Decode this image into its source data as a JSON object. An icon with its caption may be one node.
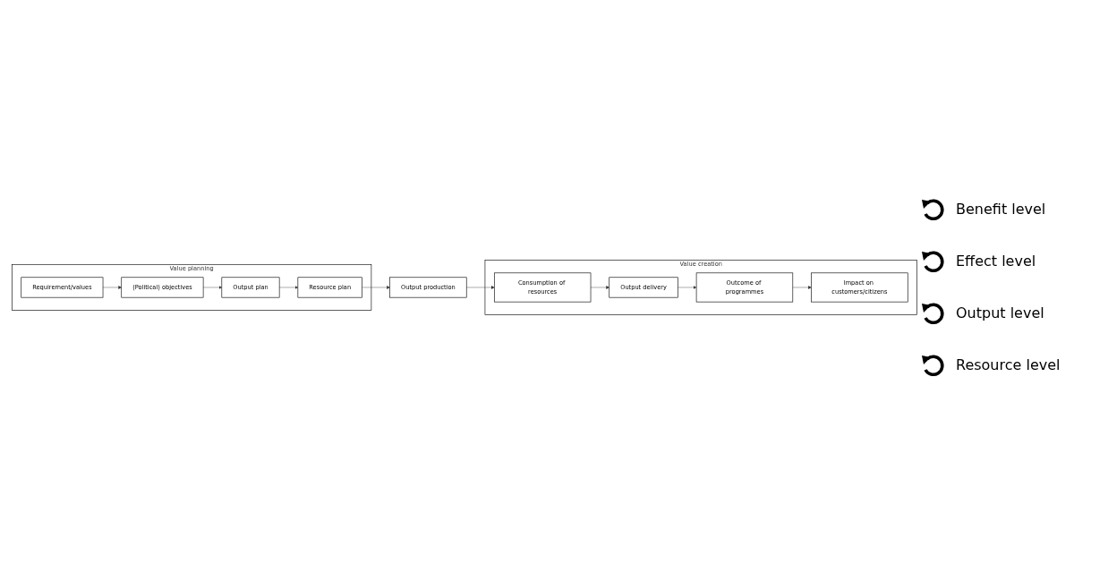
{
  "diagram": {
    "nodes": [
      {
        "text": [
          "Value planning"
        ]
      },
      {
        "text": [
          "Requirement/values"
        ],
        "in": 0
      },
      {
        "text": [
          "(Political) objectives"
        ],
        "in": 0
      },
      {
        "text": [
          "Output plan"
        ],
        "in": 0
      },
      {
        "text": [
          "Resource plan"
        ],
        "in": 0
      },
      {
        "text": [
          "Value creation"
        ]
      },
      {
        "text": [
          "Impact on customers/citizens"
        ],
        "in": 5
      },
      {
        "text": [
          "Outcome of programmes"
        ],
        "in": 5
      },
      {
        "text": [
          "Output delivery"
        ],
        "in": 5
      },
      {
        "text": [
          "Consumption of resources"
        ],
        "in": 5
      },
      {
        "text": [
          "Output production"
        ]
      }
    ],
    "edges": [
      {
        "from": 1,
        "to": 2,
        "arrow": "to"
      },
      {
        "from": 2,
        "to": 3,
        "arrow": "to"
      },
      {
        "from": 3,
        "to": 4,
        "arrow": "to"
      },
      {
        "from": 4,
        "to": 10,
        "arrow": "to"
      },
      {
        "from": 10,
        "to": 9,
        "arrow": "to"
      },
      {
        "from": 9,
        "to": 8,
        "arrow": "to"
      },
      {
        "from": 8,
        "to": 7,
        "arrow": "to"
      },
      {
        "from": 7,
        "to": 6,
        "arrow": "to"
      }
    ],
    "labels": [
      "Benefit level",
      "Effect level",
      "Output level",
      "Resource level"
    ]
  }
}
